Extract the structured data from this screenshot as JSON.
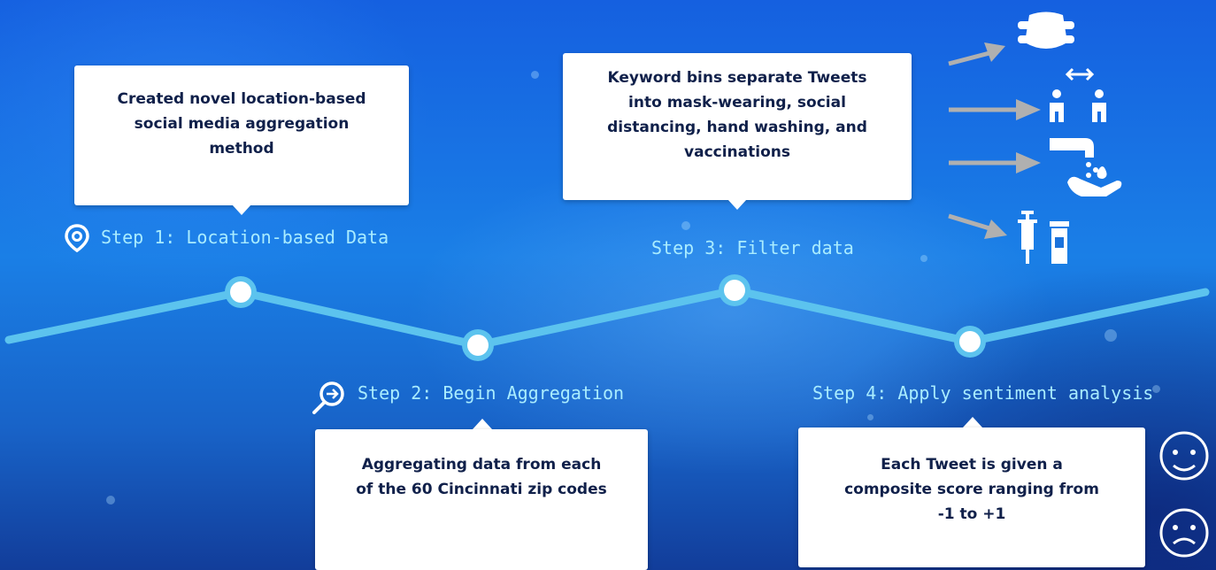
{
  "colors": {
    "background": "#1a7fe6",
    "track": "#5cc3ee",
    "node_fill": "#ffffff",
    "step_text": "#a9ecff",
    "box_text": "#10204a",
    "arrow": "#b0b0b0"
  },
  "steps": [
    {
      "label": "Step 1: Location-based Data",
      "icon": "location-pin-icon",
      "box_text": "Created novel location-based\nsocial media aggregation\nmethod"
    },
    {
      "label": "Step 2: Begin Aggregation",
      "icon": "search-arrow-icon",
      "box_text": "Aggregating data from each\nof the 60 Cincinnati zip codes"
    },
    {
      "label": "Step 3: Filter data",
      "icon": "",
      "box_text": "Keyword bins separate Tweets\ninto mask-wearing, social\ndistancing, hand washing, and\nvaccinations"
    },
    {
      "label": "Step 4: Apply sentiment analysis",
      "icon": "",
      "box_text": "Each Tweet is given a\ncomposite score ranging from\n-1 to +1"
    }
  ],
  "categories": [
    {
      "icon": "mask-icon"
    },
    {
      "icon": "social-distancing-icon"
    },
    {
      "icon": "hand-washing-icon"
    },
    {
      "icon": "vaccine-icon"
    }
  ],
  "sentiment": [
    {
      "icon": "smiley-face-icon"
    },
    {
      "icon": "sad-face-icon"
    }
  ]
}
